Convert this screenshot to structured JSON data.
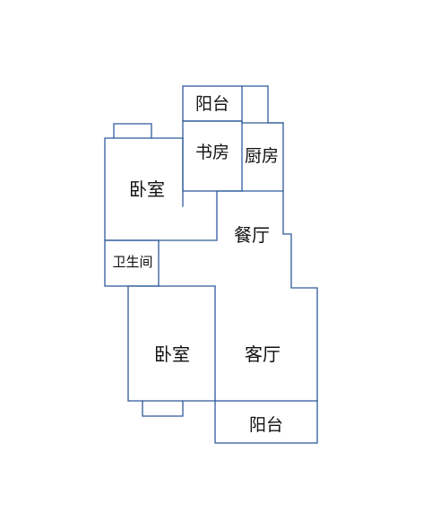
{
  "floorplan": {
    "wall_color": "#2f5b9a",
    "rooms": {
      "balcony_top": "阳台",
      "study": "书房",
      "kitchen": "厨房",
      "bedroom_top": "卧室",
      "dining": "餐厅",
      "bathroom": "卫生间",
      "bedroom_bottom": "卧室",
      "living": "客厅",
      "balcony_bottom": "阳台"
    }
  }
}
